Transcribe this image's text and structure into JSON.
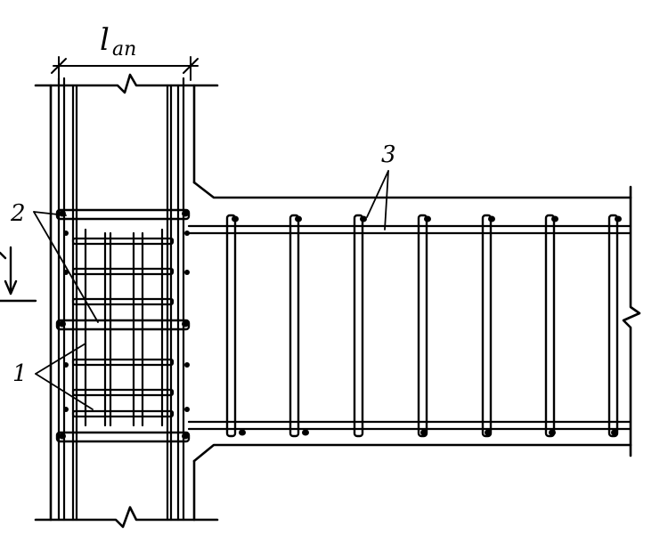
{
  "diagram": {
    "dimension_label": "l",
    "dimension_subscript": "an",
    "callout_1": "1",
    "callout_2": "2",
    "callout_3": "3",
    "ink_color": "#000000",
    "background_color": "#ffffff"
  }
}
